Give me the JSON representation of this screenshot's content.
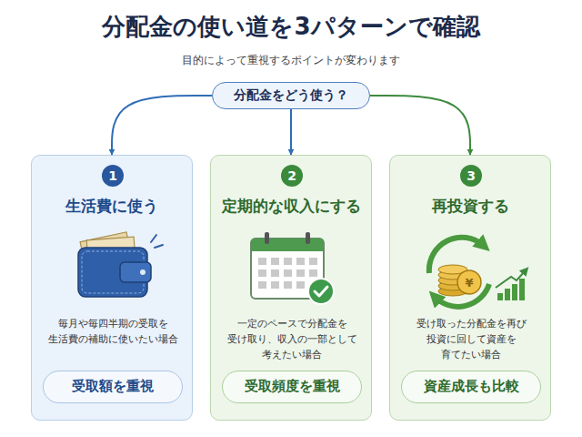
{
  "diagram": {
    "title": "分配金の使い道を3パターンで確認",
    "nodes": [
      {
        "text": [
          "分配金をどう使う？"
        ]
      },
      {
        "text": [
          "生活費に使う",
          "毎月や毎四半期の受取を 生活費の補助に使いたい場合"
        ]
      },
      {
        "text": [
          "1"
        ],
        "in": 1
      },
      {
        "text": [
          "受取額を重視"
        ],
        "in": 1
      },
      {
        "text": [
          "定期的な収入にする",
          "一定のペースで分配金を 受け取り、収入の一部として 考えたい場合"
        ]
      },
      {
        "text": [
          "2"
        ],
        "in": 4
      },
      {
        "text": [
          "受取頻度を重視"
        ],
        "in": 4
      },
      {
        "text": [
          "再投資する",
          "受け取った分配金を再び 投資に回して資産を 育てたい場合"
        ]
      },
      {
        "text": [
          "3"
        ],
        "in": 7
      },
      {
        "text": [
          "資産成長も比較"
        ],
        "in": 7
      }
    ],
    "edges": [
      {
        "from": 0,
        "to": 1,
        "arrow": "to"
      },
      {
        "from": 0,
        "to": 4,
        "arrow": "to"
      },
      {
        "from": 0,
        "to": 7,
        "arrow": "to"
      }
    ],
    "labels": [
      "目的によって重視するポイントが変わります",
      "¥"
    ]
  }
}
